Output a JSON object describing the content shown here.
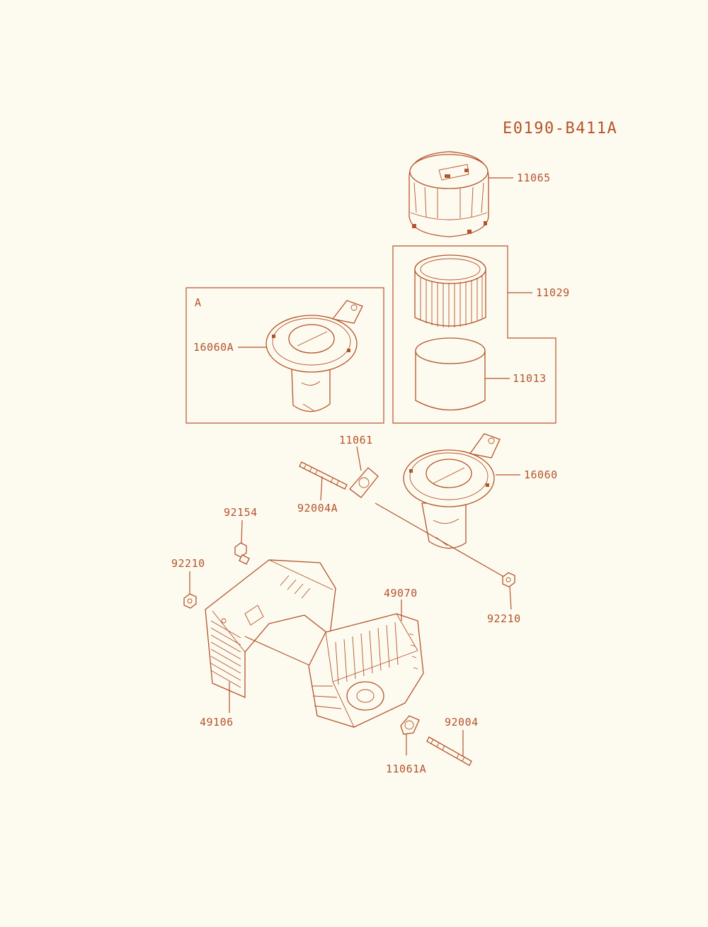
{
  "diagram_code": "E0190-B411A",
  "group_label": "A",
  "parts": {
    "p11065": "11065",
    "p11029": "11029",
    "p11013": "11013",
    "p16060A": "16060A",
    "p16060": "16060",
    "p11061": "11061",
    "p92004A": "92004A",
    "p92154": "92154",
    "p92210_left": "92210",
    "p92210_right": "92210",
    "p49070": "49070",
    "p49106": "49106",
    "p92004": "92004",
    "p11061A": "11061A"
  },
  "colors": {
    "line": "#b5532c",
    "background": "#fdfbef"
  }
}
